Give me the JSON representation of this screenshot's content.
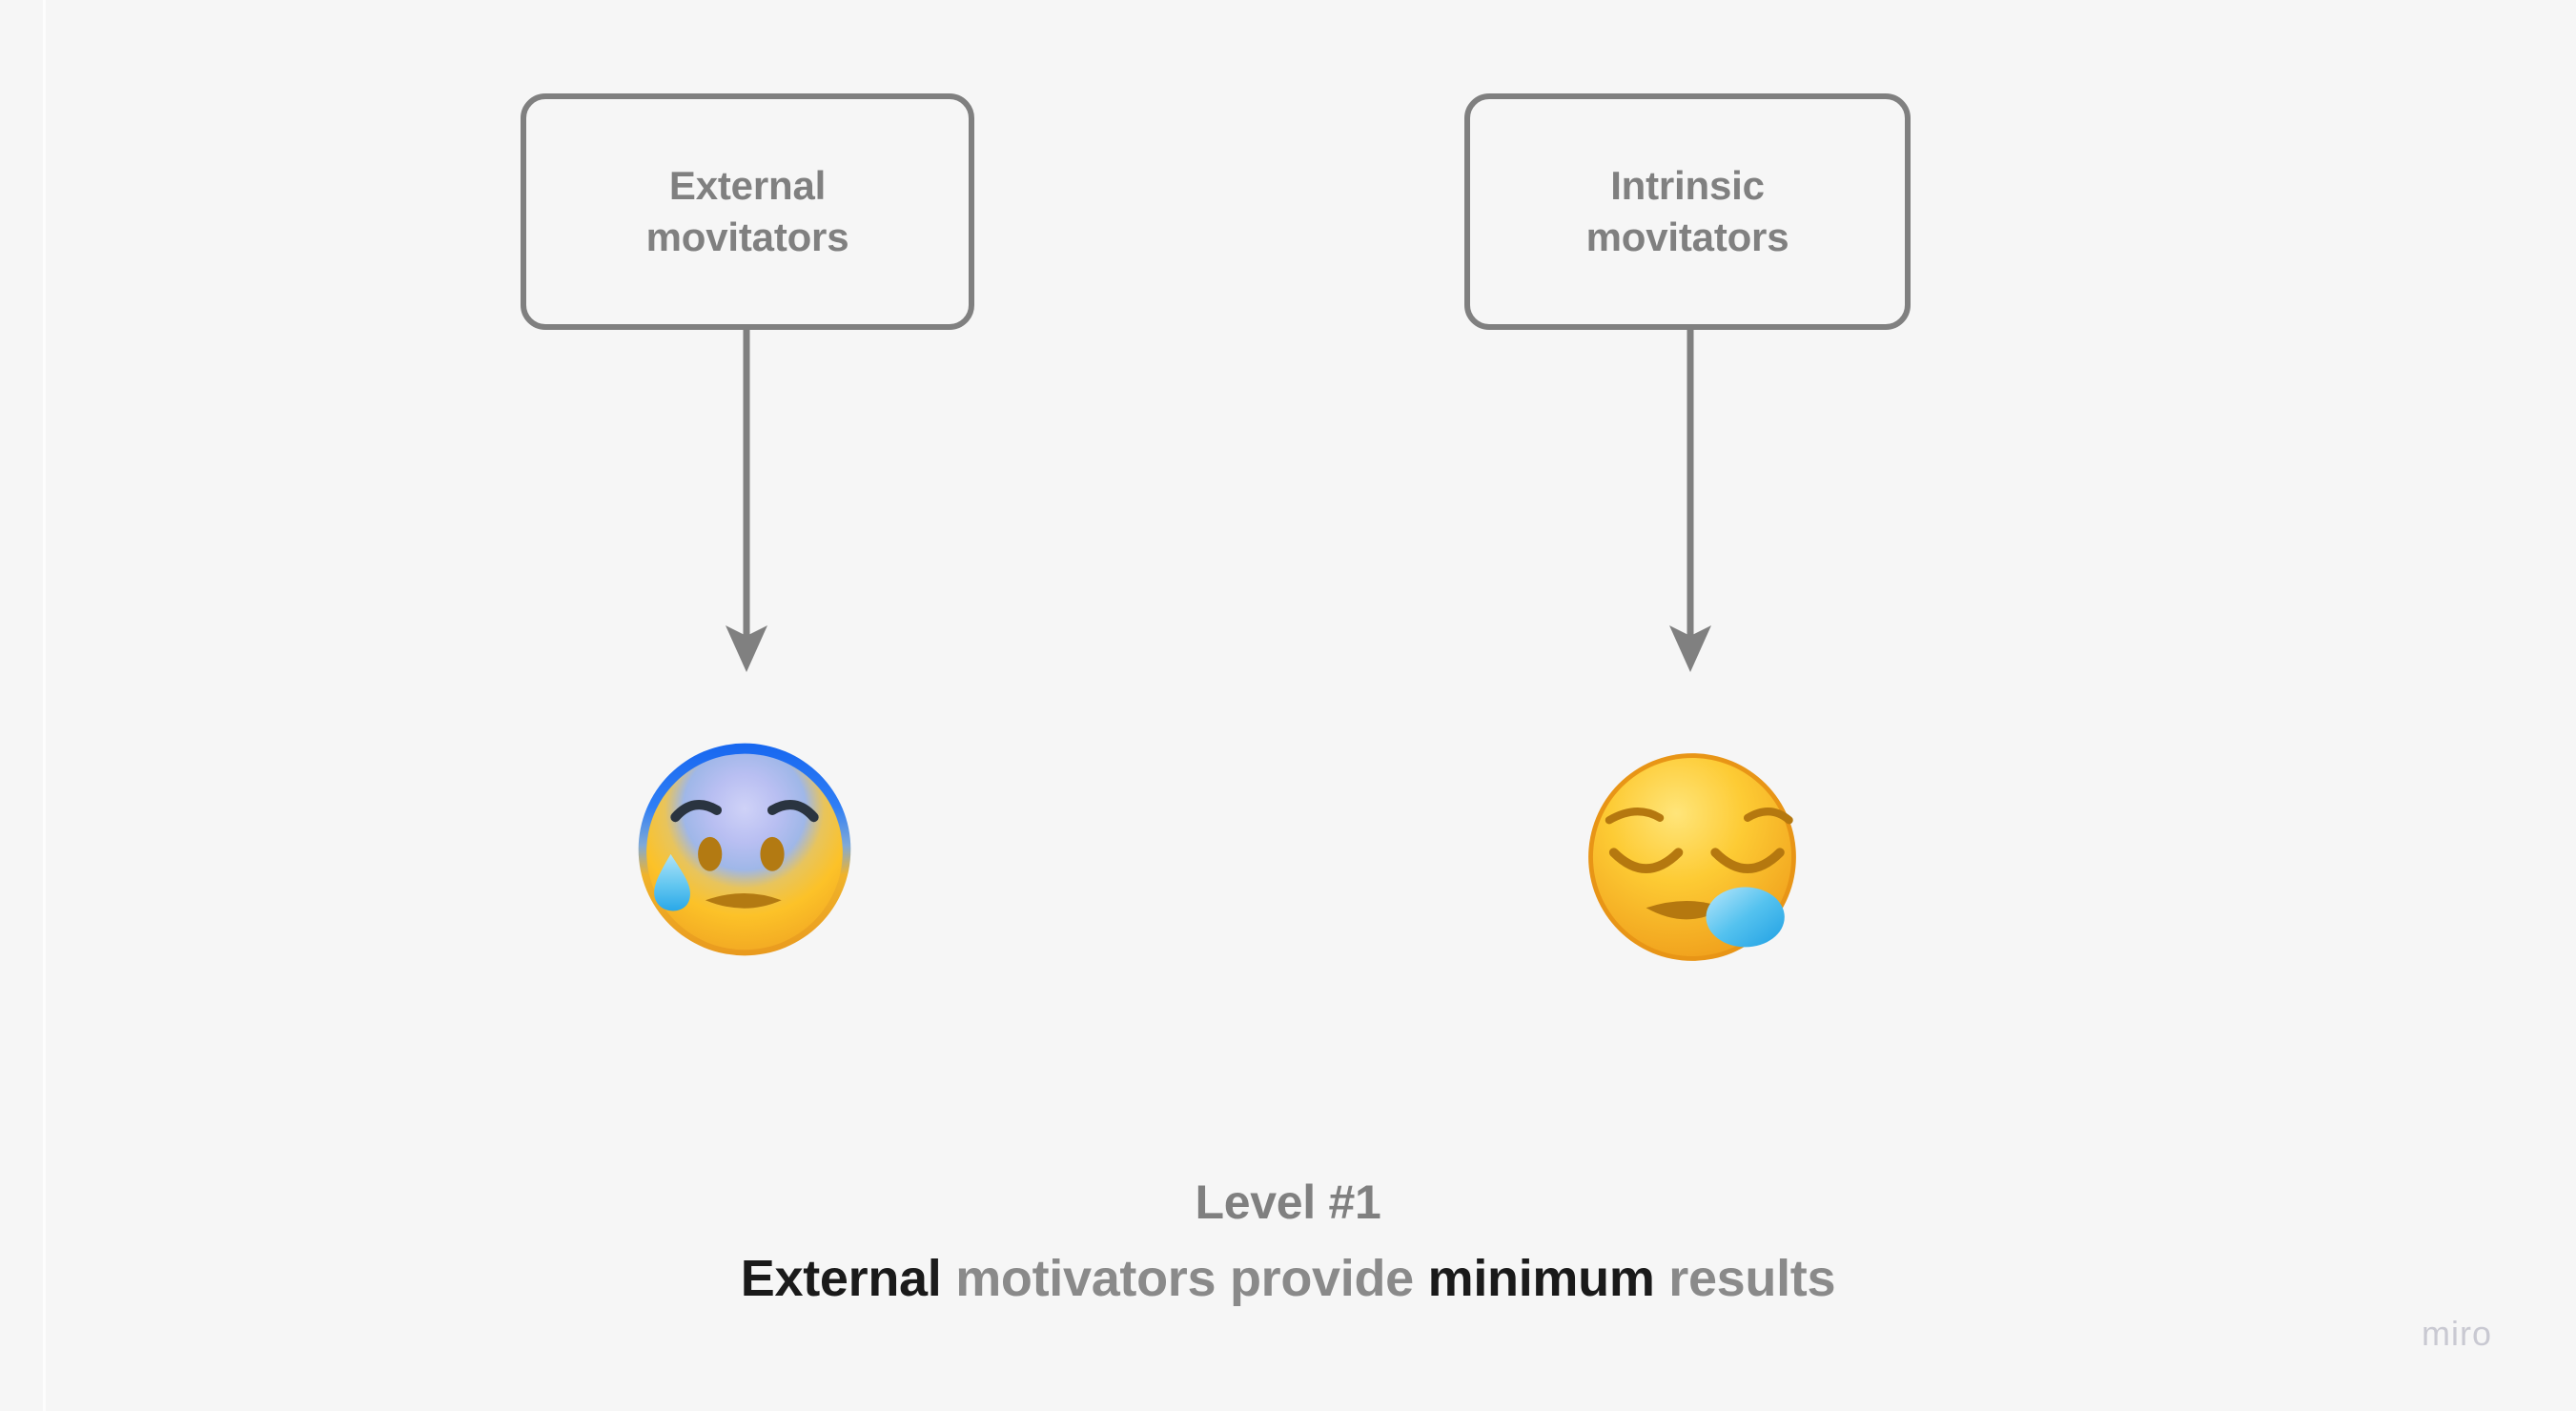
{
  "board": {
    "background_color": "#f6f6f6",
    "watermark": "miro"
  },
  "nodes": [
    {
      "id": "external",
      "label": "External\nmovitators",
      "line1": "External",
      "line2": "movitators",
      "border_color": "#808080",
      "text_color": "#808080"
    },
    {
      "id": "intrinsic",
      "label": "Intrinsic\nmovitators",
      "line1": "Intrinsic",
      "line2": "movitators",
      "border_color": "#808080",
      "text_color": "#808080"
    }
  ],
  "connectors": [
    {
      "id": "external-to-emoji",
      "from": "external",
      "to": "emoji-anxious-face-with-sweat",
      "direction": "down",
      "color": "#808080"
    },
    {
      "id": "intrinsic-to-emoji",
      "from": "intrinsic",
      "to": "emoji-sleepy-face",
      "direction": "down",
      "color": "#808080"
    }
  ],
  "emojis": [
    {
      "id": "emoji-anxious-face-with-sweat",
      "glyph": "😰",
      "name": "anxious-face-with-sweat"
    },
    {
      "id": "emoji-sleepy-face",
      "glyph": "😪",
      "name": "sleepy-face"
    }
  ],
  "caption": {
    "line1": "Level #1",
    "line2_parts": [
      {
        "text": "External",
        "emphasis": true
      },
      {
        "text": "motivators provide",
        "emphasis": false
      },
      {
        "text": "minimum",
        "emphasis": true
      },
      {
        "text": "results",
        "emphasis": false
      }
    ],
    "line2_plain": "External motivators provide minimum results",
    "word_external": "External",
    "word_motivators_provide": "motivators provide",
    "word_minimum": "minimum",
    "word_results": "results",
    "gray_color": "#8a8a8a",
    "emphasis_color": "#1a1a1a"
  }
}
